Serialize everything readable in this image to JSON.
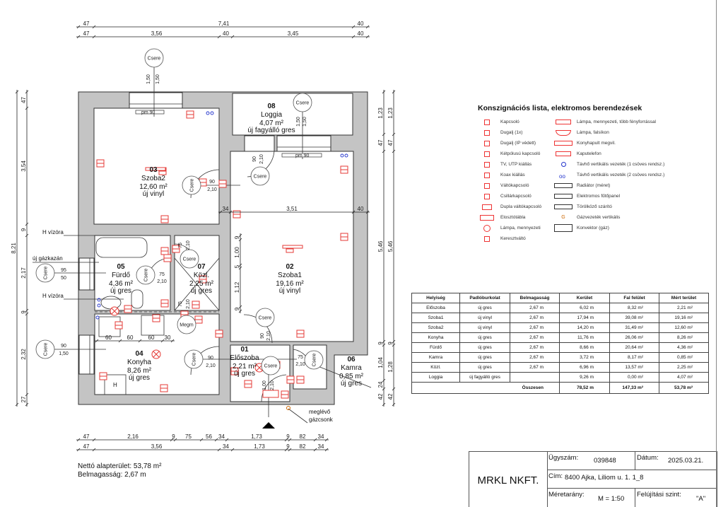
{
  "dimensions": {
    "top_row1": [
      "47",
      "7,41",
      "40"
    ],
    "top_row2": [
      "47",
      "3,56",
      "40",
      "3,45",
      "40"
    ],
    "bottom_row1": [
      "47",
      "2,16",
      "9",
      "75",
      "56",
      "34",
      "1,73",
      "9",
      "82",
      "34"
    ],
    "bottom_row2": [
      "47",
      "3,56",
      "34",
      "1,73",
      "9",
      "82",
      "34"
    ],
    "left_outer": [
      "8,21"
    ],
    "left_inner": [
      "47",
      "3,54",
      "9",
      "2,17",
      "9",
      "2,32",
      "27"
    ],
    "right_col1": [
      "1,23",
      "47",
      "5,46",
      "9",
      "1,04",
      "24",
      "42"
    ],
    "right_col2": [
      "1,23",
      "47",
      "5,46",
      "9",
      "1,28",
      "42"
    ],
    "interior_horizontal": [
      "34",
      "3,51",
      "40"
    ],
    "kitchen": [
      "60",
      "60",
      "60",
      "30"
    ],
    "szoba1_vertical": [
      "9",
      "1,00",
      "5",
      "1,12",
      "9"
    ]
  },
  "rooms": [
    {
      "number": "03",
      "name": "Szoba2",
      "area": "12,60 m²",
      "floor": "új vinyl"
    },
    {
      "number": "08",
      "name": "Loggia",
      "area": "4,07 m²",
      "floor": "új fagyálló gres"
    },
    {
      "number": "02",
      "name": "Szoba1",
      "area": "19,16 m²",
      "floor": "új vinyl"
    },
    {
      "number": "05",
      "name": "Fürdő",
      "area": "4,36 m²",
      "floor": "új gres"
    },
    {
      "number": "07",
      "name": "Közl.",
      "area": "2,25 m²",
      "floor": "új gres"
    },
    {
      "number": "04",
      "name": "Konyha",
      "area": "8,26 m²",
      "floor": "új gres"
    },
    {
      "number": "01",
      "name": "Előszoba",
      "area": "2,21 m²",
      "floor": "új gres"
    },
    {
      "number": "06",
      "name": "Kamra",
      "area": "0,85 m²",
      "floor": "új gres"
    }
  ],
  "openings": [
    {
      "label": "Csere",
      "dims": [
        "1,50",
        "1,50"
      ]
    },
    {
      "label": "Csere",
      "dims": [
        "1,50",
        "1,50"
      ]
    },
    {
      "label": "Csere",
      "dims": [
        "90",
        "2,10"
      ]
    },
    {
      "label": "Csere",
      "dims": [
        "90",
        "2,10"
      ]
    },
    {
      "label": "Csere",
      "dims": [
        "75",
        "2,10"
      ]
    },
    {
      "label": "Csere",
      "dims": [
        "75",
        "2,10"
      ]
    },
    {
      "label": "Csere",
      "dims": [
        "95",
        "50"
      ]
    },
    {
      "label": "Megm",
      "dims": [
        "75",
        "2,10"
      ]
    },
    {
      "label": "Csere",
      "dims": [
        "90",
        "2,10"
      ]
    },
    {
      "label": "Csere",
      "dims": [
        "90",
        "2,10"
      ]
    },
    {
      "label": "Csere",
      "dims": [
        "1,00",
        "2,10"
      ]
    },
    {
      "label": "Csere",
      "dims": [
        "75",
        "2,10"
      ]
    },
    {
      "label": "Csere",
      "dims": [
        "90",
        "1,50"
      ]
    }
  ],
  "annotations": {
    "water_meter_1": "H vízóra",
    "water_meter_2": "H vízóra",
    "boiler": "új gázkazán",
    "gas_stub_1": "meglévő",
    "gas_stub_2": "gázcsonk",
    "radiator_1": "pm 90",
    "radiator_2": "pm 90",
    "fridge": "H"
  },
  "summary": {
    "net_area": "Nettó alapterület: 53,78 m²",
    "height": "Belmagasság: 2,67 m"
  },
  "legend": {
    "title": "Konszignációs lista, elektromos berendezések",
    "left": [
      "Kapcsoló",
      "Dugalj (1x)",
      "Dugalj (IP védett)",
      "Kétpólusú kapcsoló",
      "TV, UTP kiállás",
      "Koax kiállás",
      "Váltókapcsoló",
      "Csillárkapcsoló",
      "Dupla váltókapcsoló",
      "Elosztótábla",
      "Lámpa, mennyezeti",
      "Keresztváltó"
    ],
    "right": [
      "Lámpa, mennyezeti, több fényforrással",
      "Lámpa, falsíkon",
      "Konyhapult megvil.",
      "Kaputelefon",
      "Távhő vertikális vezeték (1 csöves rendsz.)",
      "Távhő vertikális vezeték (2 csöves rendsz.)",
      "Radiátor (méret)",
      "Elektromos fűtőpanel",
      "Törölköző szárító",
      "Gázvezeték vertikális",
      "Konvektor (gáz)"
    ]
  },
  "table": {
    "headers": [
      "Helyiség",
      "Padlóburkolat",
      "Belmagasság",
      "Kerület",
      "Fal felület",
      "Mért terület"
    ],
    "rows": [
      [
        "Előszoba",
        "új gres",
        "2,67 m",
        "6,02 m",
        "8,32 m²",
        "2,21 m²"
      ],
      [
        "Szoba1",
        "új vinyl",
        "2,67 m",
        "17,94 m",
        "39,08 m²",
        "19,16 m²"
      ],
      [
        "Szoba2",
        "új vinyl",
        "2,67 m",
        "14,20 m",
        "31,49 m²",
        "12,60 m²"
      ],
      [
        "Konyha",
        "új gres",
        "2,67 m",
        "11,76 m",
        "26,06 m²",
        "8,26 m²"
      ],
      [
        "Fürdő",
        "új gres",
        "2,67 m",
        "8,66 m",
        "20,64 m²",
        "4,36 m²"
      ],
      [
        "Kamra",
        "új gres",
        "2,67 m",
        "3,72 m",
        "8,17 m²",
        "0,85 m²"
      ],
      [
        "Közl.",
        "új gres",
        "2,67 m",
        "6,96 m",
        "13,57 m²",
        "2,25 m²"
      ],
      [
        "Loggia",
        "új fagyálló gres",
        "",
        "9,26 m",
        "0,00 m²",
        "4,07 m²"
      ]
    ],
    "total": {
      "label": "Összesen",
      "perimeter": "78,52 m",
      "wall": "147,33 m²",
      "area": "53,78 m²"
    }
  },
  "title_block": {
    "company": "MRKL NKFT.",
    "case_label": "Ügyszám:",
    "case_value": "039848",
    "date_label": "Dátum:",
    "date_value": "2025.03.21.",
    "address_label": "Cím:",
    "address_value": "8400 Ajka, Liliom u. 1. 1_8",
    "scale_label": "Méretarány:",
    "scale_value": "M = 1:50",
    "level_label": "Felújítási szint:",
    "level_value": "\"A\""
  },
  "colors": {
    "wall": "#c4c4c4",
    "electric": "#e53935",
    "heating": "#2233cc"
  }
}
